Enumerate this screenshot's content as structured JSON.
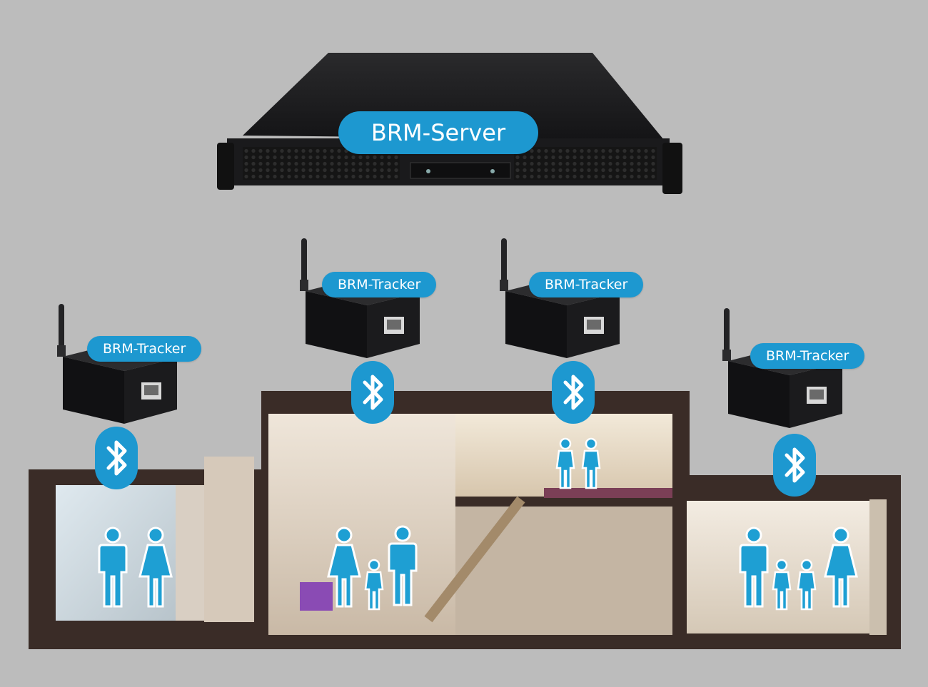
{
  "server": {
    "label": "BRM-Server"
  },
  "trackers": [
    {
      "label": "BRM-Tracker"
    },
    {
      "label": "BRM-Tracker"
    },
    {
      "label": "BRM-Tracker"
    },
    {
      "label": "BRM-Tracker"
    }
  ],
  "colors": {
    "background": "#bcbcbc",
    "label_blue": "#1d98d0",
    "bluetooth_blue": "#1d98d0",
    "people_blue": "#1e9fd3",
    "device_body": "#1c1c1e",
    "house_wall": "#3a2c27"
  },
  "icons": [
    "server-icon",
    "tracker-device-icon",
    "bluetooth-icon",
    "person-icon",
    "house-cross-section"
  ]
}
